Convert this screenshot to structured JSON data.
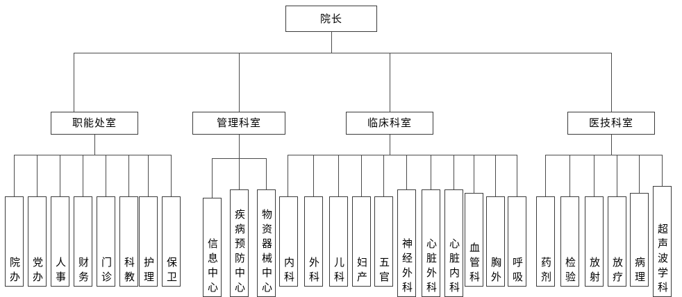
{
  "diagram": {
    "type": "org-chart",
    "title_node": "院长",
    "orientation": "top-down",
    "colors": {
      "node_fill": "#ffffff",
      "node_border": "#3a3a3a",
      "connector": "#4a4a4a",
      "text": "#000000"
    },
    "root": {
      "label": "院长"
    },
    "branches": [
      {
        "label": "职能处室",
        "children": [
          {
            "label": "院办"
          },
          {
            "label": "党办"
          },
          {
            "label": "人事"
          },
          {
            "label": "财务"
          },
          {
            "label": "门诊"
          },
          {
            "label": "科教"
          },
          {
            "label": "护理"
          },
          {
            "label": "保卫"
          }
        ]
      },
      {
        "label": "管理科室",
        "children": [
          {
            "label": "信息中心"
          },
          {
            "label": "疾病预防中心"
          },
          {
            "label": "物资器械中心"
          }
        ]
      },
      {
        "label": "临床科室",
        "children": [
          {
            "label": "内科"
          },
          {
            "label": "外科"
          },
          {
            "label": "儿科"
          },
          {
            "label": "妇产"
          },
          {
            "label": "五官"
          },
          {
            "label": "神经外科"
          },
          {
            "label": "心脏外科"
          },
          {
            "label": "心脏内科"
          },
          {
            "label": "血管科"
          },
          {
            "label": "胸外"
          },
          {
            "label": "呼吸"
          }
        ]
      },
      {
        "label": "医技科室",
        "children": [
          {
            "label": "药剂"
          },
          {
            "label": "检验"
          },
          {
            "label": "放射"
          },
          {
            "label": "放疗"
          },
          {
            "label": "病理"
          },
          {
            "label": "超声波学科"
          }
        ]
      }
    ]
  }
}
